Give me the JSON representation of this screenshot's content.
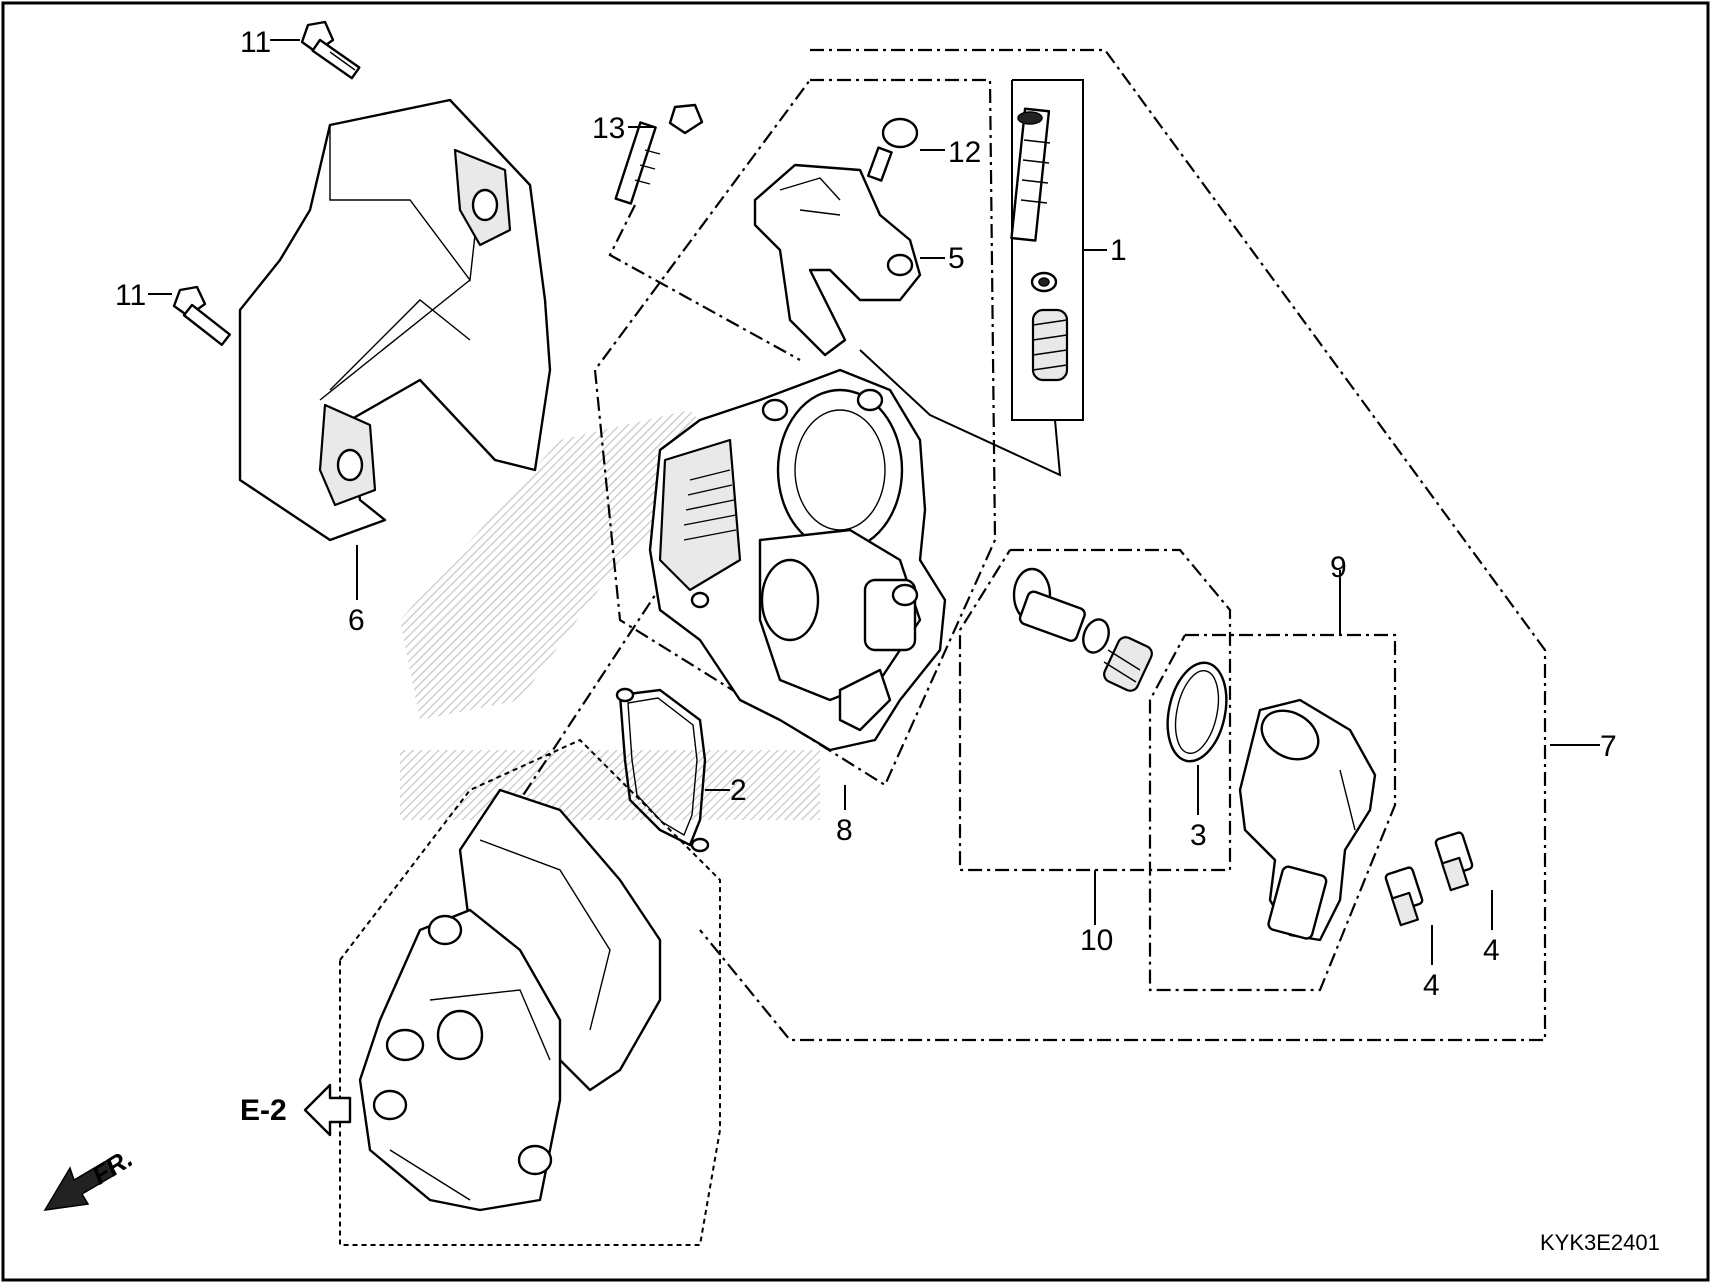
{
  "callouts": {
    "c1": "1",
    "c2": "2",
    "c3": "3",
    "c4a": "4",
    "c4b": "4",
    "c5": "5",
    "c6": "6",
    "c7": "7",
    "c8": "8",
    "c9": "9",
    "c10": "10",
    "c11a": "11",
    "c11b": "11",
    "c12": "12",
    "c13": "13"
  },
  "reference": {
    "e2": "E-2",
    "fr": "FR.",
    "code": "KYK3E2401"
  }
}
